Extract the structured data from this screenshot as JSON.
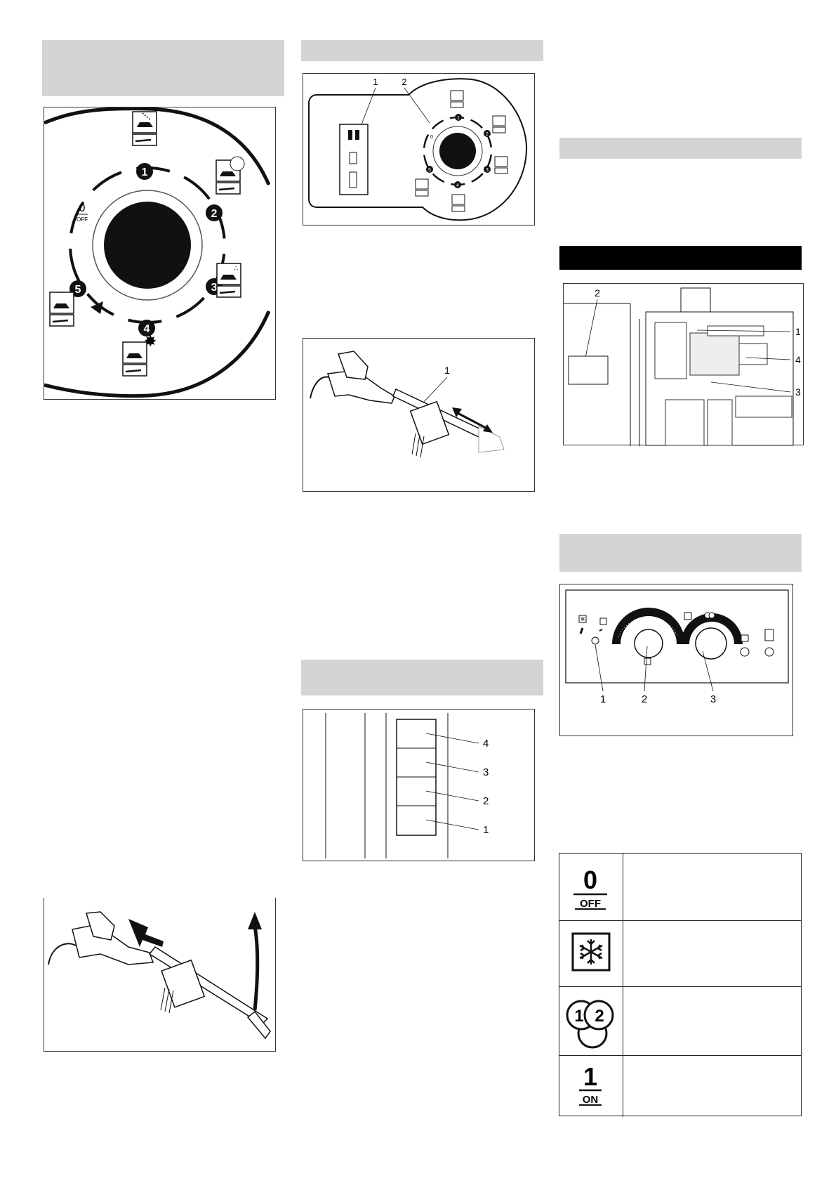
{
  "figures": {
    "selector_large": {
      "label_off_top": "0",
      "label_off_bottom": "OFF",
      "positions": [
        "1",
        "2",
        "3",
        "4",
        "5"
      ]
    },
    "control_panel": {
      "callouts": [
        "1",
        "2"
      ],
      "label_off_top": "0",
      "positions": [
        "1",
        "2",
        "3",
        "4",
        "5"
      ]
    },
    "brush": {
      "callout": "1"
    },
    "fuse_box": {
      "callouts": [
        "4",
        "3",
        "2",
        "1"
      ]
    },
    "cabinet": {
      "callouts": [
        "2",
        "1",
        "4",
        "3"
      ]
    },
    "thermostat_panel": {
      "callouts": [
        "1",
        "2",
        "3"
      ]
    }
  },
  "symbol_table": {
    "rows": [
      {
        "icon": "off-icon",
        "top": "0",
        "bottom": "OFF"
      },
      {
        "icon": "snowflake-icon"
      },
      {
        "icon": "stage-1-2-icon",
        "a": "1",
        "b": "2"
      },
      {
        "icon": "on-icon",
        "top": "1",
        "bottom": "ON"
      }
    ]
  }
}
